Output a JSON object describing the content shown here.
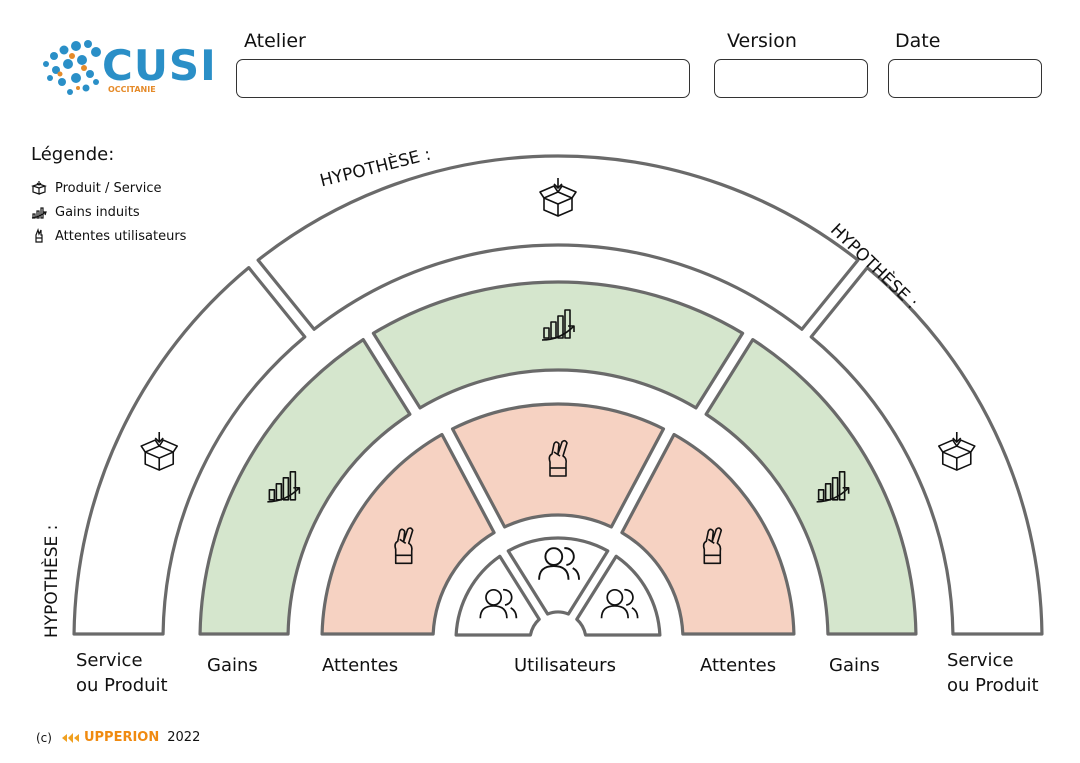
{
  "header": {
    "logo_text": "CUSI",
    "logo_subtext": "OCCITANIE",
    "atelier_label": "Atelier",
    "version_label": "Version",
    "date_label": "Date",
    "atelier_value": "",
    "version_value": "",
    "date_value": ""
  },
  "legend": {
    "title": "Légende:",
    "items": [
      {
        "label": "Produit / Service",
        "icon": "box-icon"
      },
      {
        "label": "Gains induits",
        "icon": "growth-chart-icon"
      },
      {
        "label": "Attentes utilisateurs",
        "icon": "crossed-fingers-icon"
      }
    ]
  },
  "diagram": {
    "hypothesis_label": "HYPOTHÈSE :",
    "hypothesis_label_right": "HYPOTHÈSE :",
    "hypothesis_label_left": "HYPOTHÈSE :",
    "colors": {
      "gains_fill": "#d5e6cd",
      "attentes_fill": "#f6d2c2",
      "outline": "#6a6a6a",
      "white": "#ffffff"
    },
    "bottom_labels": {
      "service_left_1": "Service",
      "service_left_2": "ou Produit",
      "gains_left": "Gains",
      "attentes_left": "Attentes",
      "utilisateurs": "Utilisateurs",
      "attentes_right": "Attentes",
      "gains_right": "Gains",
      "service_right_1": "Service",
      "service_right_2": "ou Produit"
    }
  },
  "footer": {
    "copyright": "(c)",
    "brand": "UPPERION",
    "year": "2022"
  }
}
